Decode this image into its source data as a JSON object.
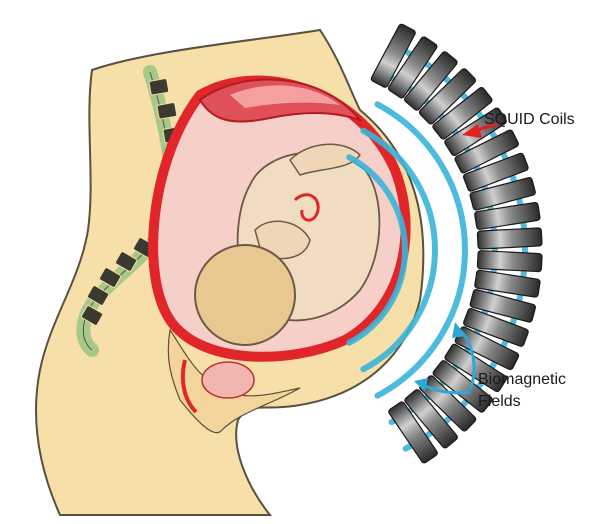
{
  "labels": {
    "squid_coils": "SQUID Coils",
    "biomagnetic_line1": "Biomagnetic",
    "biomagnetic_line2": "Fields"
  },
  "colors": {
    "skin": "#f6dfa8",
    "skin_outline": "#5a5040",
    "uterus": "#e0262a",
    "placenta": "#d8323a",
    "fetus": "#f0dcc0",
    "fetal_head": "#e8c890",
    "spine_bone": "#3b3a30",
    "spine_disc": "#a6c98a",
    "field_lines": "#3ab4d8",
    "coil_dark": "#3c3c3c",
    "coil_light": "#bdbdbd",
    "arrow_red": "#e02020",
    "arrow_blue": "#2aa8d8"
  },
  "coils": {
    "count": 21
  }
}
